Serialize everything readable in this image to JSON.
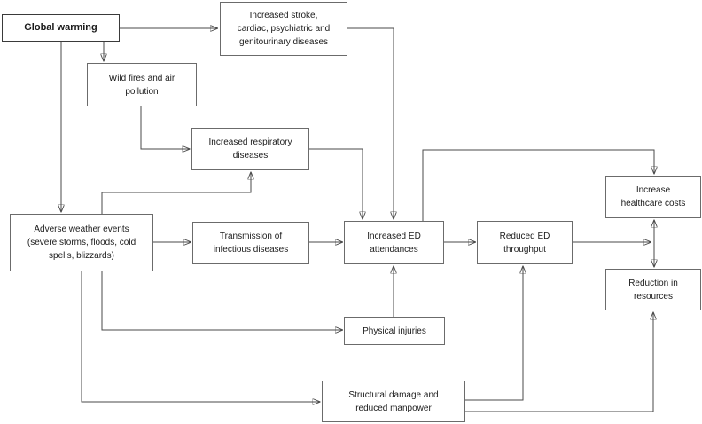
{
  "diagram": {
    "background_color": "#ffffff",
    "line_color": "#4a4a4a",
    "box_border_color": "#6b6b6b",
    "text_color": "#1a1a1a",
    "nodes": {
      "global_warming": {
        "label": "Global warming"
      },
      "stroke_diseases": {
        "label": [
          "Increased stroke,",
          "cardiac, psychiatric and",
          "genitourinary diseases"
        ]
      },
      "wild_fires": {
        "label": [
          "Wild fires and air",
          "pollution"
        ]
      },
      "respiratory": {
        "label": [
          "Increased respiratory",
          "diseases"
        ]
      },
      "adverse_weather": {
        "label": [
          "Adverse weather events",
          "(severe storms, floods, cold",
          "spells, blizzards)"
        ]
      },
      "transmission": {
        "label": [
          "Transmission of",
          "infectious diseases"
        ]
      },
      "ed_attendances": {
        "label": [
          "Increased ED",
          "attendances"
        ]
      },
      "ed_throughput": {
        "label": [
          "Reduced ED",
          "throughput"
        ]
      },
      "healthcare_costs": {
        "label": [
          "Increase",
          "healthcare costs"
        ]
      },
      "resources": {
        "label": [
          "Reduction in",
          "resources"
        ]
      },
      "physical_injuries": {
        "label": "Physical injuries"
      },
      "structural_damage": {
        "label": [
          "Structural damage and",
          "reduced manpower"
        ]
      }
    },
    "edges": [
      {
        "from": "global_warming",
        "to": "stroke_diseases"
      },
      {
        "from": "global_warming",
        "to": "wild_fires"
      },
      {
        "from": "global_warming",
        "to": "adverse_weather"
      },
      {
        "from": "wild_fires",
        "to": "respiratory"
      },
      {
        "from": "adverse_weather",
        "to": "respiratory"
      },
      {
        "from": "adverse_weather",
        "to": "transmission"
      },
      {
        "from": "adverse_weather",
        "to": "physical_injuries"
      },
      {
        "from": "adverse_weather",
        "to": "structural_damage"
      },
      {
        "from": "stroke_diseases",
        "to": "ed_attendances"
      },
      {
        "from": "respiratory",
        "to": "ed_attendances"
      },
      {
        "from": "transmission",
        "to": "ed_attendances"
      },
      {
        "from": "physical_injuries",
        "to": "ed_attendances"
      },
      {
        "from": "ed_attendances",
        "to": "ed_throughput"
      },
      {
        "from": "ed_attendances",
        "to": "healthcare_costs"
      },
      {
        "from": "ed_throughput",
        "to": "costs_resources_junction"
      },
      {
        "from": "healthcare_costs",
        "to": "resources",
        "bidirectional": true
      },
      {
        "from": "structural_damage",
        "to": "ed_throughput"
      },
      {
        "from": "structural_damage",
        "to": "resources"
      }
    ]
  }
}
